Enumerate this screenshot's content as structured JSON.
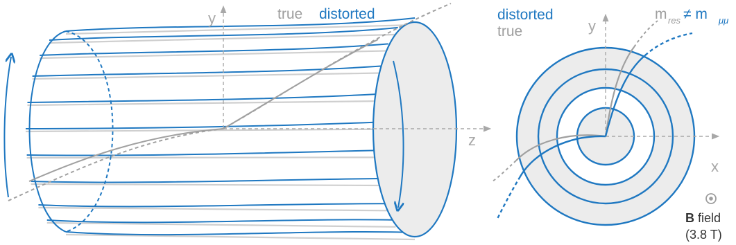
{
  "colors": {
    "distorted": "#1f78c1",
    "true": "#9e9e9e",
    "axis": "#a8a8a8",
    "fill": "#ececec",
    "text_dark": "#333333"
  },
  "left_panel": {
    "axis_y": "y",
    "axis_z": "z",
    "legend_true": "true",
    "legend_distorted": "distorted"
  },
  "right_panel": {
    "legend_distorted": "distorted",
    "legend_true": "true",
    "axis_y": "y",
    "axis_x": "x",
    "mass_m1": "m",
    "mass_sub1": "res",
    "mass_neq": " ≠ m",
    "mass_sub2": "μμ",
    "field_bold": "B",
    "field_rest": " field",
    "field_value": "(3.8 T)"
  },
  "icons": [
    "rotation-arrow-icon",
    "b-field-out-of-page-icon"
  ]
}
